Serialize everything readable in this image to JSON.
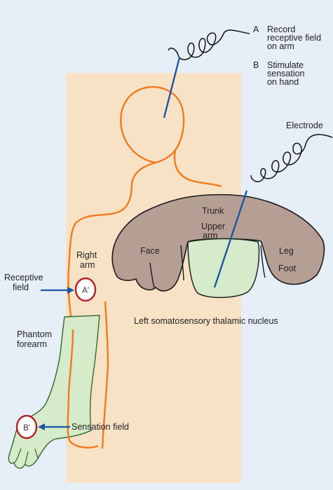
{
  "legend": {
    "a": {
      "letter": "A",
      "lines": [
        "Record",
        "receptive field",
        "on arm"
      ]
    },
    "b": {
      "letter": "B",
      "lines": [
        "Stimulate",
        "sensation",
        "on hand"
      ]
    }
  },
  "labels": {
    "electrode": "Electrode",
    "trunk": "Trunk",
    "upper_arm": [
      "Upper",
      "arm"
    ],
    "face": "Face",
    "leg": "Leg",
    "foot": "Foot",
    "nucleus": "Left somatosensory thalamic nucleus",
    "right_arm": [
      "Right",
      "arm"
    ],
    "receptive_field": [
      "Receptive",
      "field"
    ],
    "phantom_forearm": [
      "Phantom",
      "forearm"
    ],
    "sensation_field": "Sensation field",
    "a_prime": "A'",
    "b_prime": "B'"
  },
  "colors": {
    "background": "#e6eef8",
    "panel": "#f8e2c6",
    "body_outline": "#f07a1e",
    "nucleus_fill": "#b59f94",
    "highlight_fill": "#d5ebc9",
    "forearm_fill": "#d5ebc9",
    "forearm_stroke": "#2f6a2f",
    "electrode": "#1a57a6",
    "field_circle": "#b51f2a"
  }
}
